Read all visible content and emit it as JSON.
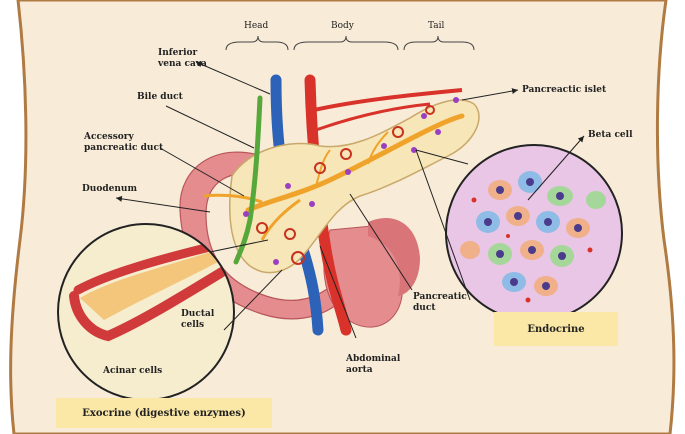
{
  "regions": {
    "head": "Head",
    "body": "Body",
    "tail": "Tail"
  },
  "labels": {
    "inferior_vena_cava": "Inferior\nvena cava",
    "bile_duct": "Bile duct",
    "accessory_pancreatic_duct": "Accessory\npancreatic duct",
    "duodenum": "Duodenum",
    "pancreatic_islet": "Pancreactic islet",
    "beta_cell": "Beta cell",
    "pancreatic_duct": "Pancreatic\nduct",
    "abdominal_aorta": "Abdominal\naorta",
    "ductal_cells": "Ductal\ncells",
    "acinar_cells": "Acinar cells"
  },
  "boxes": {
    "endocrine": "Endocrine",
    "exocrine": "Exocrine (digestive enzymes)"
  },
  "colors": {
    "skin": "#f8ecd8",
    "skin_edge": "#b07a43",
    "pancreas": "#f6e6b8",
    "pancreas_edge": "#caa86a",
    "duodenum": "#e58c8f",
    "duct": "#f0a32a",
    "bile": "#56a83b",
    "vein": "#2c62b8",
    "artery": "#d8322a",
    "islet_cell_bg": "#e9c6e6",
    "label_box": "#fbe8a6"
  }
}
